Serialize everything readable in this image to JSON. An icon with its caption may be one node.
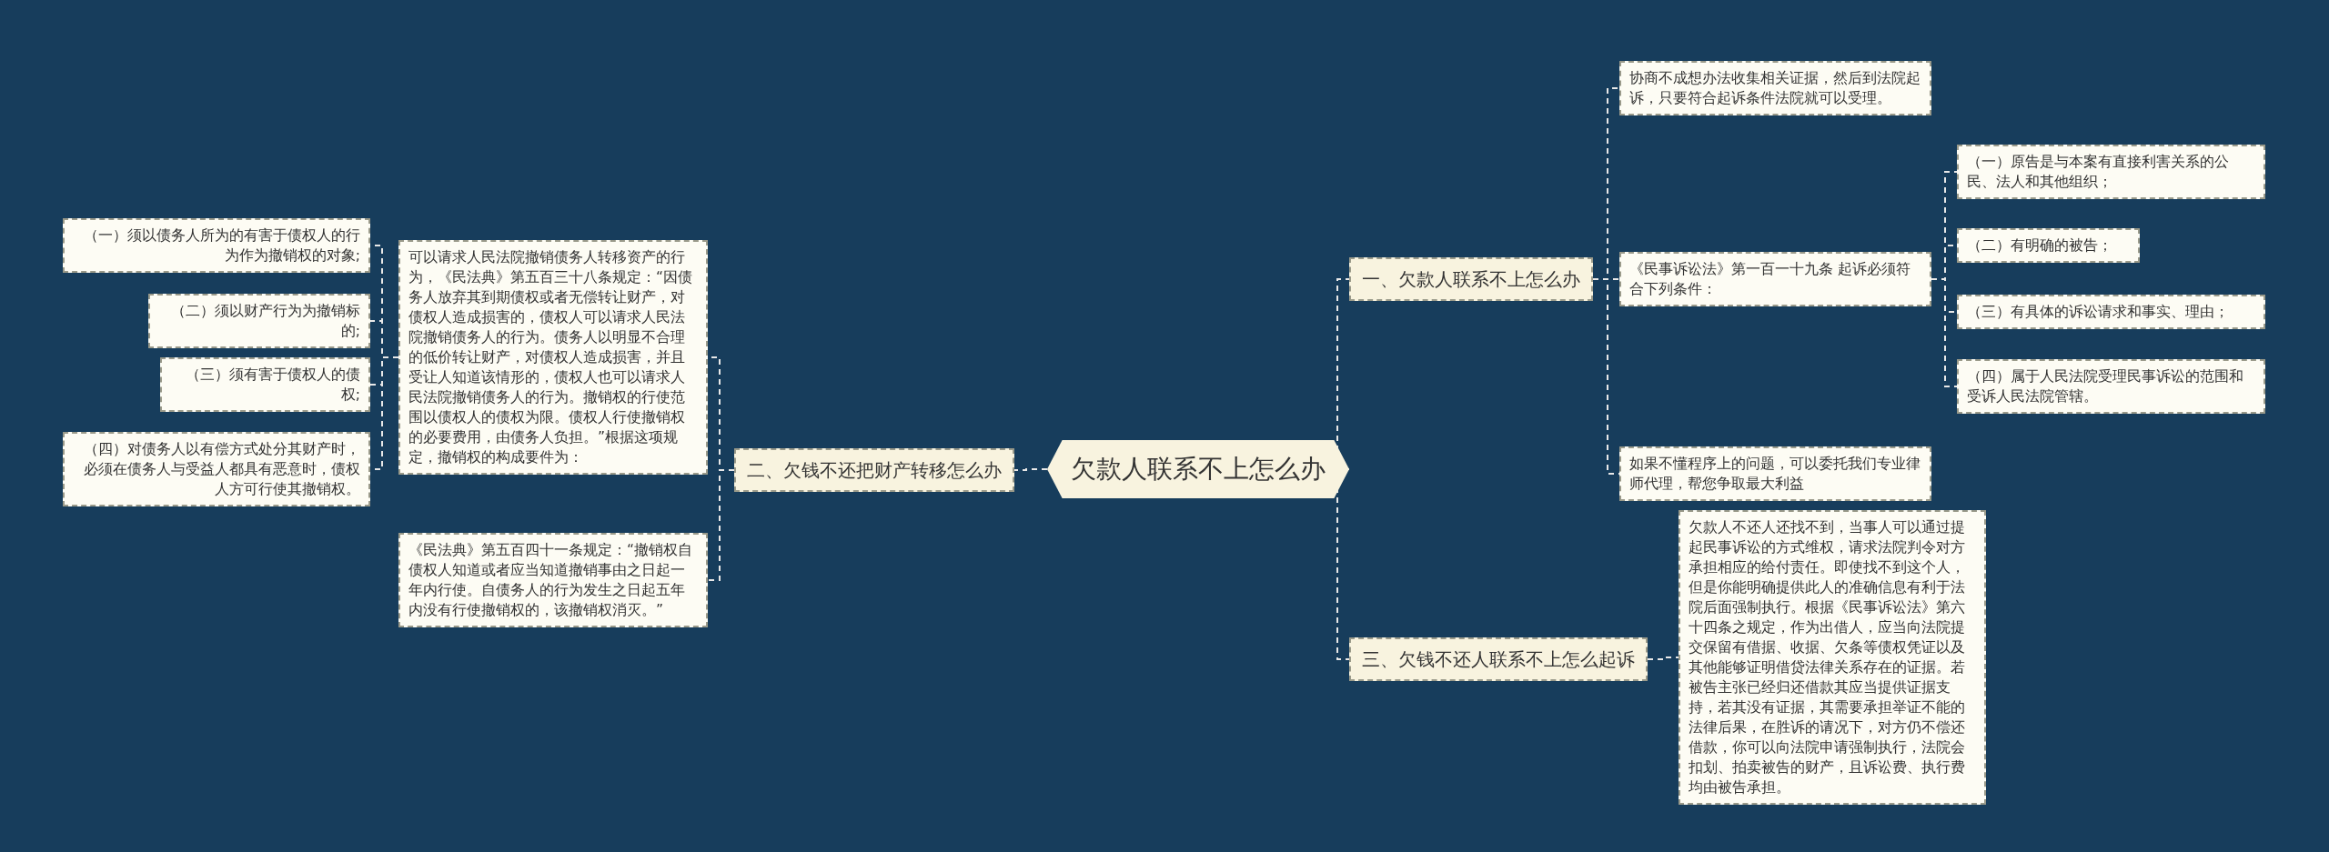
{
  "diagram": {
    "nodes": [
      {
        "text": [
          "欠款人联系不上怎么办"
        ]
      },
      {
        "text": [
          "一、欠款人联系不上怎么办"
        ]
      },
      {
        "text": [
          "协商不成想办法收集相关证据，然后到法院起诉，只要符合起诉条件法院就可以受理。"
        ]
      },
      {
        "text": [
          "《民事诉讼法》第一百一十九条 起诉必须符合下列条件："
        ]
      },
      {
        "text": [
          "（一）原告是与本案有直接利害关系的公民、法人和其他组织；"
        ]
      },
      {
        "text": [
          "（二）有明确的被告；"
        ]
      },
      {
        "text": [
          "（三）有具体的诉讼请求和事实、理由；"
        ]
      },
      {
        "text": [
          "（四）属于人民法院受理民事诉讼的范围和受诉人民法院管辖。"
        ]
      },
      {
        "text": [
          "如果不懂程序上的问题，可以委托我们专业律师代理，帮您争取最大利益"
        ]
      },
      {
        "text": [
          "二、欠钱不还把财产转移怎么办"
        ]
      },
      {
        "text": [
          "可以请求人民法院撤销债务人转移资产的行为，《民法典》第五百三十八条规定：“因债务人放弃其到期债权或者无偿转让财产，对债权人造成损害的，债权人可以请求人民法院撤销债务人的行为。债务人以明显不合理的低价转让财产，对债权人造成损害，并且受让人知道该情形的，债权人也可以请求人民法院撤销债务人的行为。撤销权的行使范围以债权人的债权为限。债权人行使撤销权的必要费用，由债务人负担。”根据这项规定，撤销权的构成要件为："
        ]
      },
      {
        "text": [
          "（一）须以债务人所为的有害于债权人的行为作为撤销权的对象;"
        ]
      },
      {
        "text": [
          "（二）须以财产行为为撤销标的;"
        ]
      },
      {
        "text": [
          "（三）须有害于债权人的债权;"
        ]
      },
      {
        "text": [
          "（四）对债务人以有偿方式处分其财产时，必须在债务人与受益人都具有恶意时，债权人方可行使其撤销权。"
        ]
      },
      {
        "text": [
          "《民法典》第五百四十一条规定：“撤销权自债权人知道或者应当知道撤销事由之日起一年内行使。自债务人的行为发生之日起五年内没有行使撤销权的，该撤销权消灭。”"
        ]
      },
      {
        "text": [
          "三、欠钱不还人联系不上怎么起诉"
        ]
      },
      {
        "text": [
          "欠款人不还人还找不到，当事人可以通过提起民事诉讼的方式维权，请求法院判令对方承担相应的给付责任。即使找不到这个人，但是你能明确提供此人的准确信息有利于法院后面强制执行。根据《民事诉讼法》第六十四条之规定，作为出借人，应当向法院提交保留有借据、收据、欠条等债权凭证以及其他能够证明借贷法律关系存在的证据。若被告主张已经归还借款其应当提供证据支持，若其没有证据，其需要承担举证不能的法律后果，在胜诉的请况下，对方仍不偿还借款，你可以向法院申请强制执行，法院会扣划、拍卖被告的财产，且诉讼费、执行费均由被告承担。"
        ]
      }
    ],
    "edges": [
      {
        "from": 0,
        "to": 1,
        "arrow": "none",
        "style": "dashed"
      },
      {
        "from": 1,
        "to": 2,
        "arrow": "none",
        "style": "dashed"
      },
      {
        "from": 1,
        "to": 3,
        "arrow": "none",
        "style": "dashed"
      },
      {
        "from": 3,
        "to": 4,
        "arrow": "none",
        "style": "dashed"
      },
      {
        "from": 3,
        "to": 5,
        "arrow": "none",
        "style": "dashed"
      },
      {
        "from": 3,
        "to": 6,
        "arrow": "none",
        "style": "dashed"
      },
      {
        "from": 3,
        "to": 7,
        "arrow": "none",
        "style": "dashed"
      },
      {
        "from": 1,
        "to": 8,
        "arrow": "none",
        "style": "dashed"
      },
      {
        "from": 0,
        "to": 9,
        "arrow": "none",
        "style": "dashed"
      },
      {
        "from": 9,
        "to": 10,
        "arrow": "none",
        "style": "dashed"
      },
      {
        "from": 10,
        "to": 11,
        "arrow": "none",
        "style": "dashed"
      },
      {
        "from": 10,
        "to": 12,
        "arrow": "none",
        "style": "dashed"
      },
      {
        "from": 10,
        "to": 13,
        "arrow": "none",
        "style": "dashed"
      },
      {
        "from": 10,
        "to": 14,
        "arrow": "none",
        "style": "dashed"
      },
      {
        "from": 9,
        "to": 15,
        "arrow": "none",
        "style": "dashed"
      },
      {
        "from": 0,
        "to": 16,
        "arrow": "none",
        "style": "dashed"
      },
      {
        "from": 16,
        "to": 17,
        "arrow": "none",
        "style": "dashed"
      }
    ]
  }
}
